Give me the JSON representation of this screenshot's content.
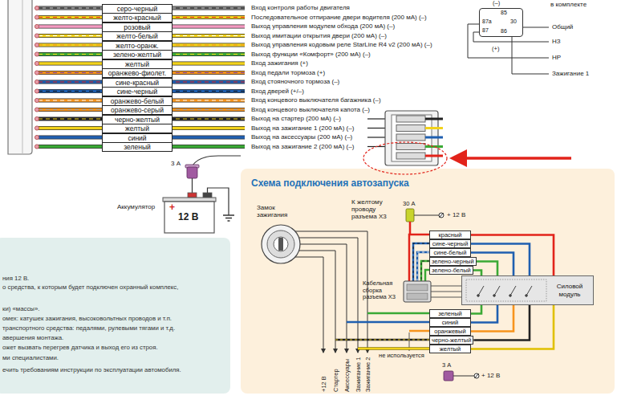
{
  "diagram": {
    "nodes": [
      {
        "text": [
          "серо-черный"
        ]
      },
      {
        "text": [
          "желто-красный"
        ]
      },
      {
        "text": [
          "розовый"
        ]
      },
      {
        "text": [
          "желто-белый"
        ]
      },
      {
        "text": [
          "желто-оранж."
        ]
      },
      {
        "text": [
          "зелено-желтый"
        ]
      },
      {
        "text": [
          "желтый"
        ]
      },
      {
        "text": [
          "оранжево-фиолет."
        ]
      },
      {
        "text": [
          "сине-красный"
        ]
      },
      {
        "text": [
          "сине-черный"
        ]
      },
      {
        "text": [
          "оранжево-белый"
        ]
      },
      {
        "text": [
          "оранжево-серый"
        ]
      },
      {
        "text": [
          "черно-желтый"
        ]
      },
      {
        "text": [
          "желтый"
        ]
      },
      {
        "text": [
          "синий"
        ]
      },
      {
        "text": [
          "зеленый"
        ]
      },
      {
        "text": [
          "85",
          "30",
          "87a",
          "87",
          "86"
        ]
      },
      {
        "text": [
          "ния 12 В.",
          "о средства, к которым будет подключен охранный комплекс,",
          "ки) «массы».",
          "омех: катушек зажигания, высоковольтных проводов и т.п.",
          "транспортного средства: педалями, рулевыми тягами и т.д.",
          "авершения монтажа.",
          "ожет вызвать перегрев датчика и выход его из строя.",
          "ми специалистами.",
          "ечить требованиям инструкции по эксплуатации автомобиля."
        ]
      },
      {
        "text": [
          "Схема подключения автозапуска"
        ]
      },
      {
        "text": [
          "красный"
        ],
        "in": 18
      },
      {
        "text": [
          "сине-черный"
        ],
        "in": 18
      },
      {
        "text": [
          "сине-белый"
        ],
        "in": 18
      },
      {
        "text": [
          "зелено-черный"
        ],
        "in": 18
      },
      {
        "text": [
          "зелено-белый"
        ],
        "in": 18
      },
      {
        "text": [
          "Силовой модуль"
        ],
        "in": 18
      },
      {
        "text": [
          "зеленый"
        ],
        "in": 18
      },
      {
        "text": [
          "синий"
        ],
        "in": 18
      },
      {
        "text": [
          "оранжевый"
        ],
        "in": 18
      },
      {
        "text": [
          "черно-желтый"
        ],
        "in": 18
      },
      {
        "text": [
          "желтый"
        ],
        "in": 18
      }
    ],
    "edges": [
      {
        "from": 19,
        "to": 24,
        "arrow": "none"
      },
      {
        "from": 20,
        "to": 24,
        "arrow": "none"
      },
      {
        "from": 21,
        "to": 24,
        "arrow": "none"
      },
      {
        "from": 22,
        "to": 24,
        "arrow": "none"
      },
      {
        "from": 23,
        "to": 24,
        "arrow": "none"
      },
      {
        "from": 25,
        "to": 24,
        "arrow": "none"
      },
      {
        "from": 26,
        "to": 24,
        "arrow": "none"
      },
      {
        "from": 27,
        "to": 24,
        "arrow": "none"
      },
      {
        "from": 28,
        "to": 24,
        "arrow": "none"
      },
      {
        "from": 29,
        "to": 24,
        "arrow": "none"
      }
    ],
    "labels": [
      "в комплекте",
      "(–)",
      "Вход контроля работы двигателя",
      "Последовательное отпирание двери водителя (200 мА) (–)",
      "Выход управления модулем обхода (200 мА) (–)",
      "Выход имитации открытия двери (200 мА) (–)",
      "Выход управления кодовым реле StarLine R4 v2 (200 мА) (–)",
      "Выход функции «Комфорт» (200 мА) (–)",
      "Вход зажигания (+)",
      "Вход педали тормоза (+)",
      "Вход стояночного тормоза (–)",
      "Вход дверей (+/–)",
      "Вход концевого выключателя багажника (–)",
      "Вход концевого выключателя капота (–)",
      "Выход на стартер (200 мА) (–)",
      "Выход на зажигание 1 (200 мА) (–)",
      "Выход на аксессуары (200 мА) (–)",
      "Выход на зажигание 2 (200 мА) (–)",
      "Общий",
      "НЗ",
      "(+)",
      "НР",
      "Зажигание 1",
      "3 А",
      "Аккумулятор",
      "+",
      "12 В",
      "Замок зажигания",
      "К желтому проводу разъема Х3",
      "30 А",
      "+ 12 В",
      "Кабельная сборка разъема Х3",
      "не используется",
      "3 А",
      "+ 12 В",
      "+12 В",
      "Стартер",
      "Аксессуары",
      "Зажигание 1",
      "Зажигание 2"
    ]
  }
}
